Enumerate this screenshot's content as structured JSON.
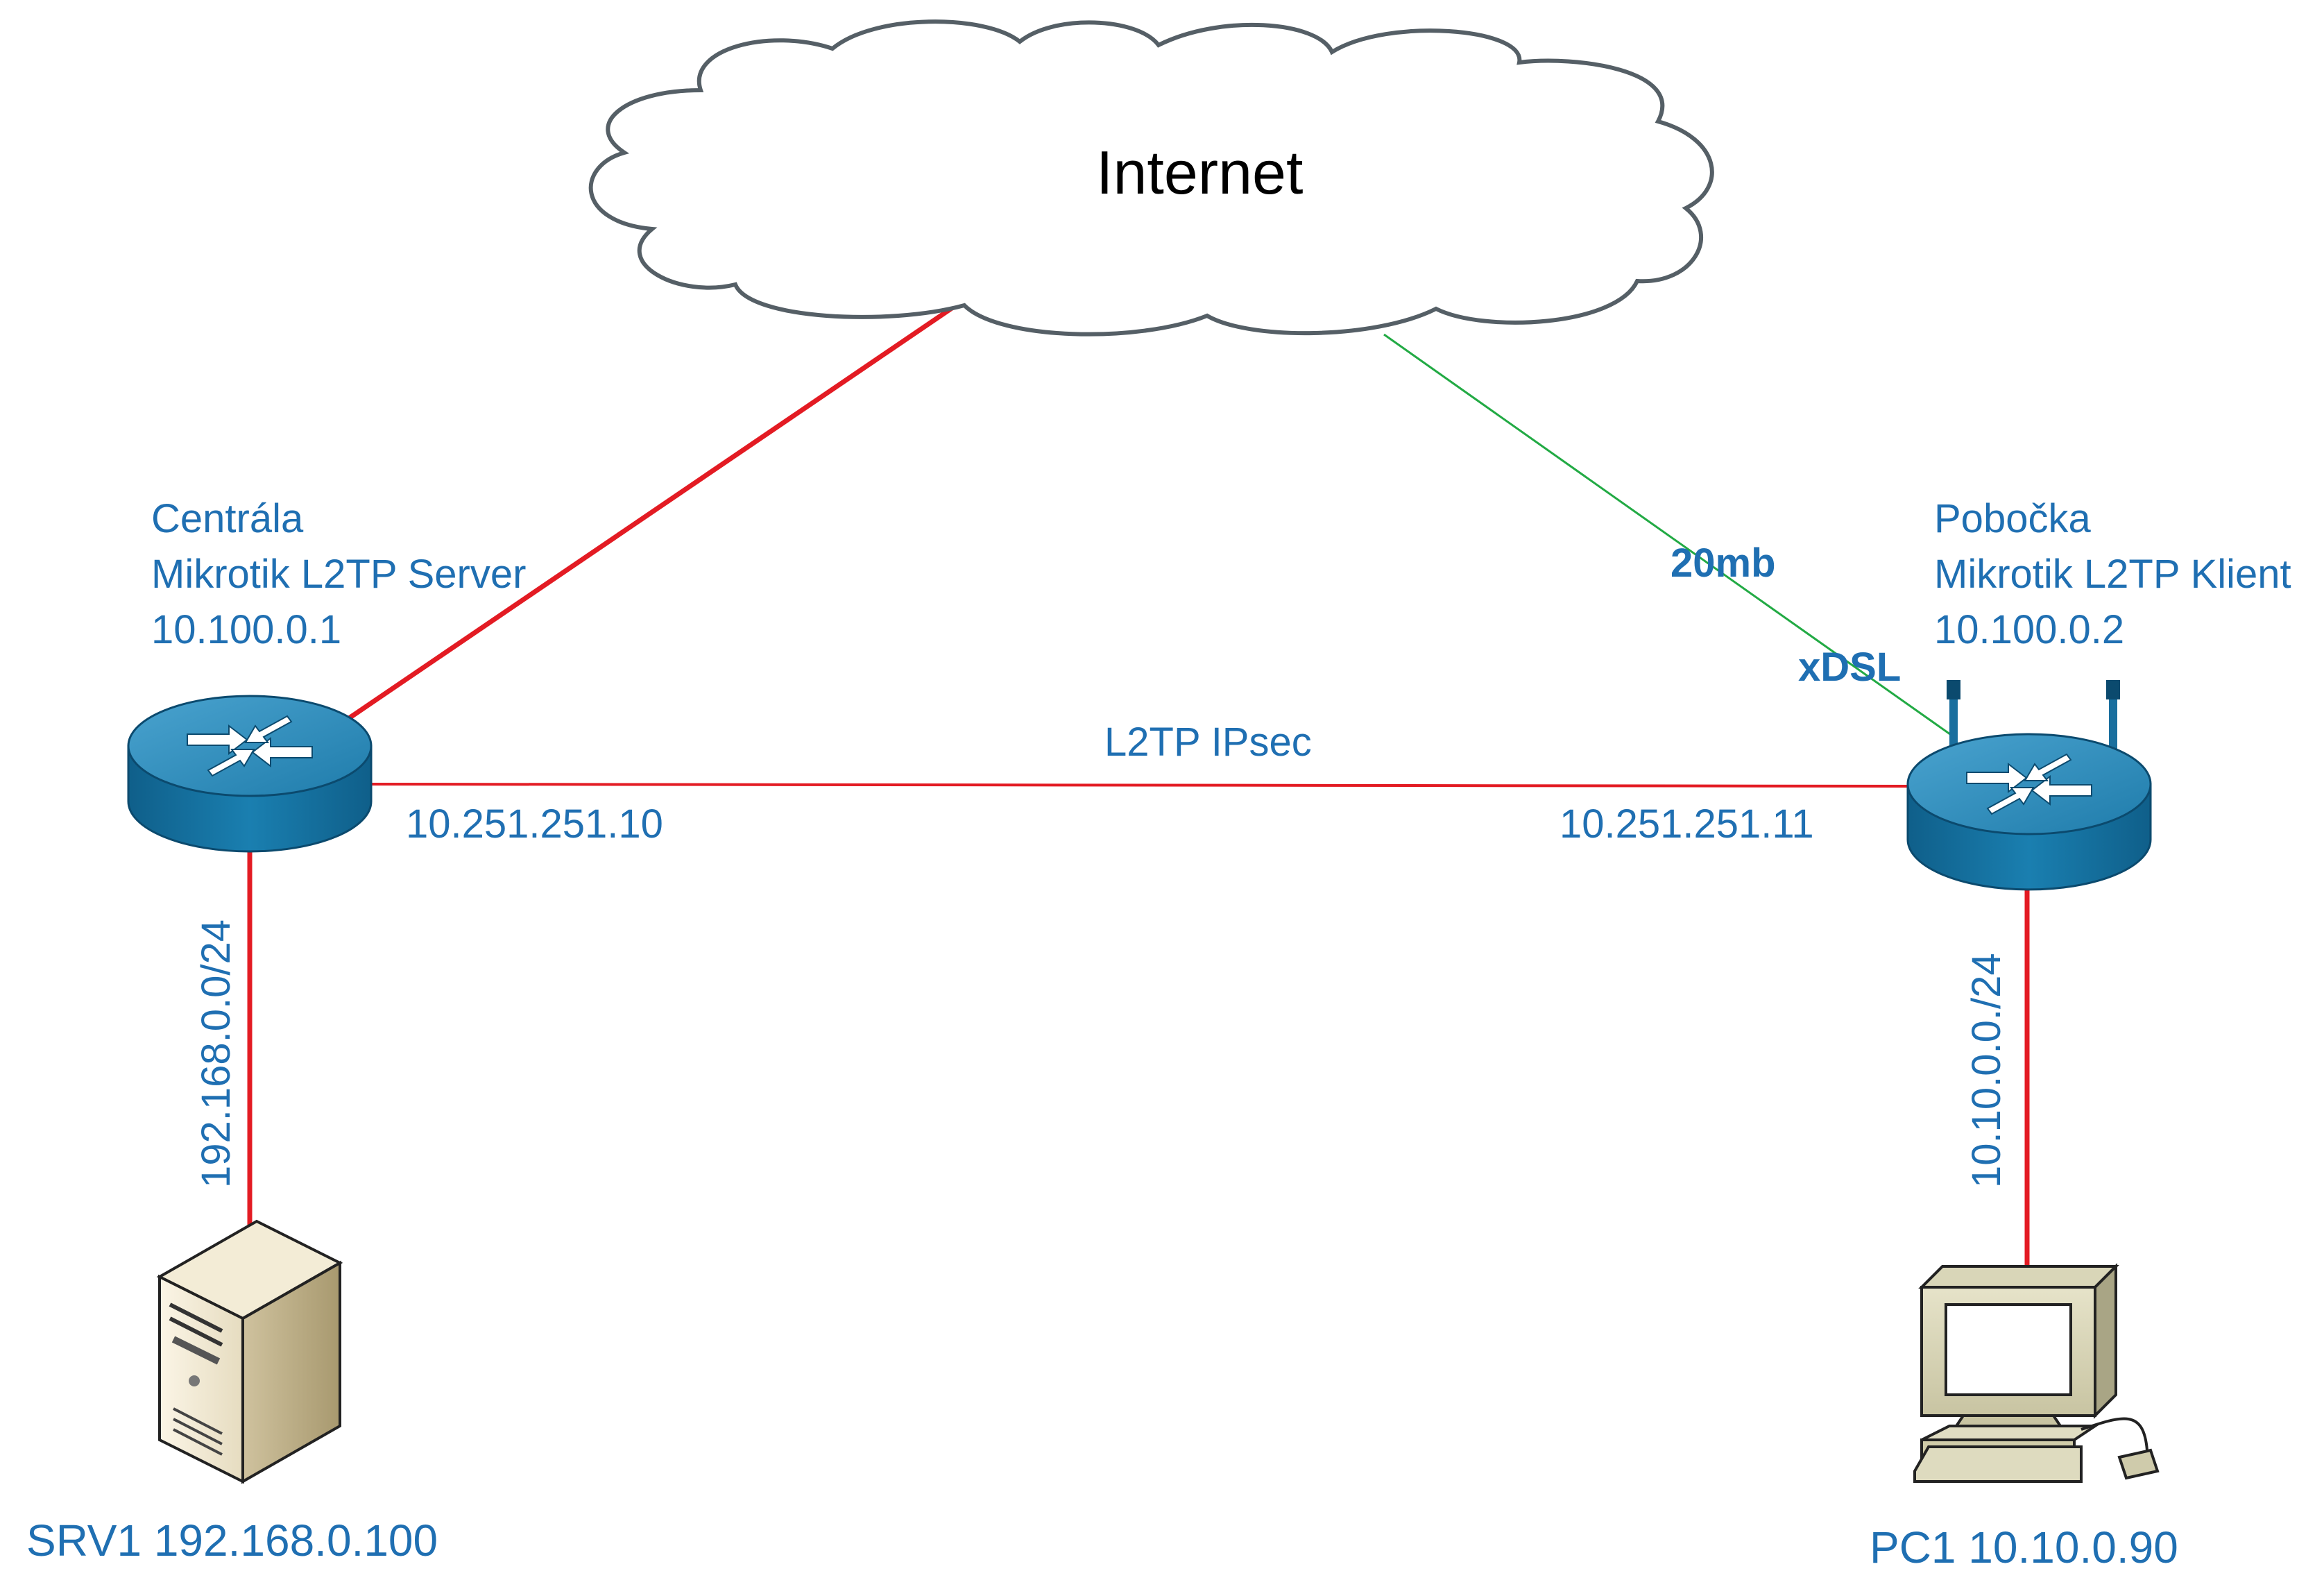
{
  "cloud": {
    "label": "Internet"
  },
  "central": {
    "name": "Centrála",
    "role": "Mikrotik L2TP Server",
    "ip": "10.100.0.1",
    "tunnel_ip": "10.251.251.10",
    "lan": "192.168.0.0/24"
  },
  "branch": {
    "name": "Pobočka",
    "role": "Mikrotik L2TP Klient",
    "ip": "10.100.0.2",
    "tunnel_ip": "10.251.251.11",
    "lan": "10.10.0.0./24"
  },
  "tunnel": {
    "label": "L2TP IPsec"
  },
  "uplink": {
    "speed": "20mb",
    "type": "xDSL"
  },
  "server": {
    "label": "SRV1 192.168.0.100"
  },
  "pc": {
    "label": "PC1 10.10.0.90"
  },
  "colors": {
    "link_red": "#e31b23",
    "link_green": "#22aa44",
    "router_blue": "#1a6f9e",
    "text_blue": "#1f6fb2"
  }
}
